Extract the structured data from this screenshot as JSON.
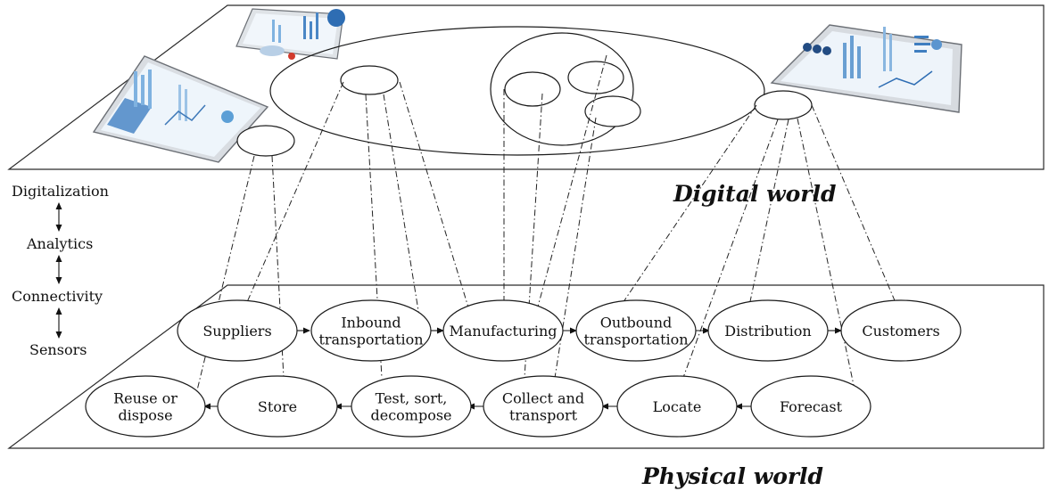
{
  "planes": {
    "digital": {
      "label": "Digital world"
    },
    "physical": {
      "label": "Physical world"
    }
  },
  "layers": [
    "Digitalization",
    "Analytics",
    "Connectivity",
    "Sensors"
  ],
  "forward_chain": [
    {
      "id": "suppliers",
      "lines": [
        "Suppliers"
      ]
    },
    {
      "id": "inbound-transportation",
      "lines": [
        "Inbound",
        "transportation"
      ]
    },
    {
      "id": "manufacturing",
      "lines": [
        "Manufacturing"
      ]
    },
    {
      "id": "outbound-transportation",
      "lines": [
        "Outbound",
        "transportation"
      ]
    },
    {
      "id": "distribution",
      "lines": [
        "Distribution"
      ]
    },
    {
      "id": "customers",
      "lines": [
        "Customers"
      ]
    }
  ],
  "reverse_chain": [
    {
      "id": "forecast",
      "lines": [
        "Forecast"
      ]
    },
    {
      "id": "locate",
      "lines": [
        "Locate"
      ]
    },
    {
      "id": "collect-and-transport",
      "lines": [
        "Collect and",
        "transport"
      ]
    },
    {
      "id": "test-sort-decompose",
      "lines": [
        "Test, sort,",
        "decompose"
      ]
    },
    {
      "id": "store",
      "lines": [
        "Store"
      ]
    },
    {
      "id": "reuse-or-dispose",
      "lines": [
        "Reuse or",
        "dispose"
      ]
    }
  ]
}
